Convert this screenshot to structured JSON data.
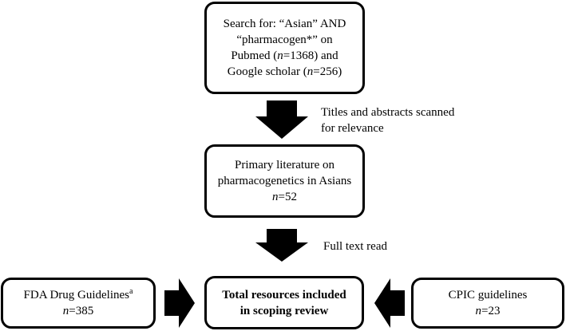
{
  "search_box": {
    "line1": "Search for: “Asian” AND",
    "line2": "“pharmacogen*” on",
    "line3_pre": "Pubmed (",
    "line3_n": "n",
    "line3_post": "=1368) and",
    "line4_pre": "Google scholar (",
    "line4_n": "n",
    "line4_post": "=256)"
  },
  "step1_label": {
    "line1": "Titles and abstracts scanned",
    "line2": "for relevance"
  },
  "primary_box": {
    "line1": "Primary literature on",
    "line2": "pharmacogenetics in Asians",
    "n_label": "n",
    "n_value": "=52"
  },
  "step2_label": "Full text read",
  "fda_box": {
    "title": "FDA Drug Guidelines",
    "superscript": "a",
    "n_label": "n",
    "n_value": "=385"
  },
  "total_box": {
    "line1": "Total resources included",
    "line2": "in scoping review"
  },
  "cpic_box": {
    "title": "CPIC guidelines",
    "n_label": "n",
    "n_value": "=23"
  },
  "colors": {
    "stroke": "#000000",
    "arrow_fill": "#000000",
    "background": "#ffffff"
  }
}
